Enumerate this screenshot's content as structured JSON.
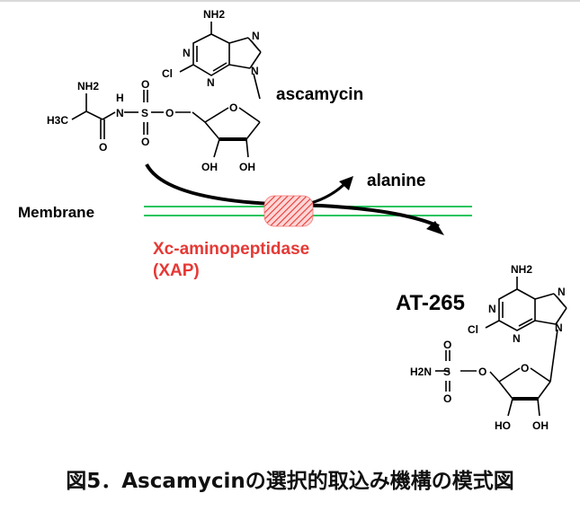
{
  "labels": {
    "ascamycin": "ascamycin",
    "alanine": "alanine",
    "membrane": "Membrane",
    "enzyme_name": "Xc-aminopeptidase",
    "enzyme_abbr": "(XAP)",
    "product": "AT-265"
  },
  "atoms": {
    "nh2": "NH2",
    "n": "N",
    "cl": "Cl",
    "o": "O",
    "oh": "OH",
    "ho": "HO",
    "s": "S",
    "h": "H",
    "h3c": "H3C",
    "h2n": "H2N"
  },
  "caption": "図5．Ascamycinの選択的取込み機構の模式図",
  "colors": {
    "membrane": "#22c55e",
    "enzyme": "#e53935",
    "enzyme_label": "#e53935",
    "arrow": "#000000"
  }
}
